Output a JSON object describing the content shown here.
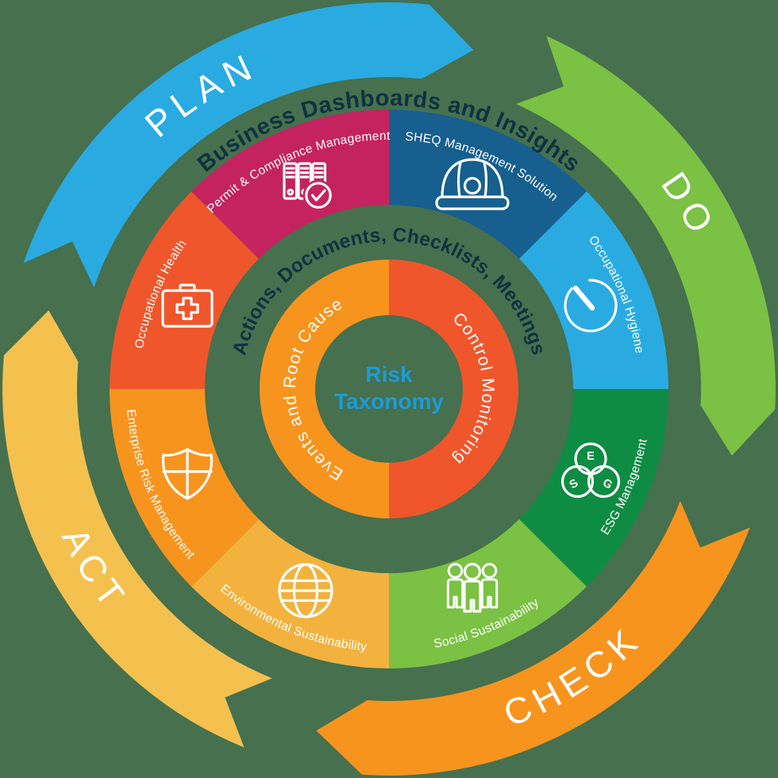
{
  "background_color": "#46704E",
  "cycle_arrows": [
    {
      "label": "PLAN",
      "color": "#29ABE2"
    },
    {
      "label": "DO",
      "color": "#7BC143"
    },
    {
      "label": "CHECK",
      "color": "#F7941E"
    },
    {
      "label": "ACT",
      "color": "#F4C14F"
    }
  ],
  "ring_titles": {
    "outer": "Business Dashboards and Insights",
    "inner": "Actions, Documents, Checklists, Meetings",
    "color": "#0D3240"
  },
  "segments": [
    {
      "label": "SHEQ Management Solution",
      "color": "#165F8E",
      "icon": "hard-hat-icon"
    },
    {
      "label": "Occupational Hygiene",
      "color": "#29ABE2",
      "icon": "gauge-icon"
    },
    {
      "label": "ESG Management",
      "color": "#0F8C43",
      "icon": "esg-trefoil-icon"
    },
    {
      "label": "Social Sustainability",
      "color": "#7BC143",
      "icon": "people-group-icon"
    },
    {
      "label": "Environmental Sustainability",
      "color": "#F3B23E",
      "icon": "globe-icon"
    },
    {
      "label": "Enterprise Risk Management",
      "color": "#F7941E",
      "icon": "shield-icon"
    },
    {
      "label": "Occupational Health",
      "color": "#F0562B",
      "icon": "first-aid-kit-icon"
    },
    {
      "label": "Permit & Compliance Management",
      "color": "#C4235F",
      "icon": "binders-check-icon"
    }
  ],
  "inner_ring": {
    "left_label": "Events and Root Cause",
    "left_color": "#F7941E",
    "right_label": "Control Monitoring",
    "right_color": "#F0562B"
  },
  "center": {
    "line1": "Risk",
    "line2": "Taxonomy",
    "color": "#1B9CD8"
  },
  "esg_letters": {
    "e": "E",
    "s": "S",
    "g": "G"
  }
}
